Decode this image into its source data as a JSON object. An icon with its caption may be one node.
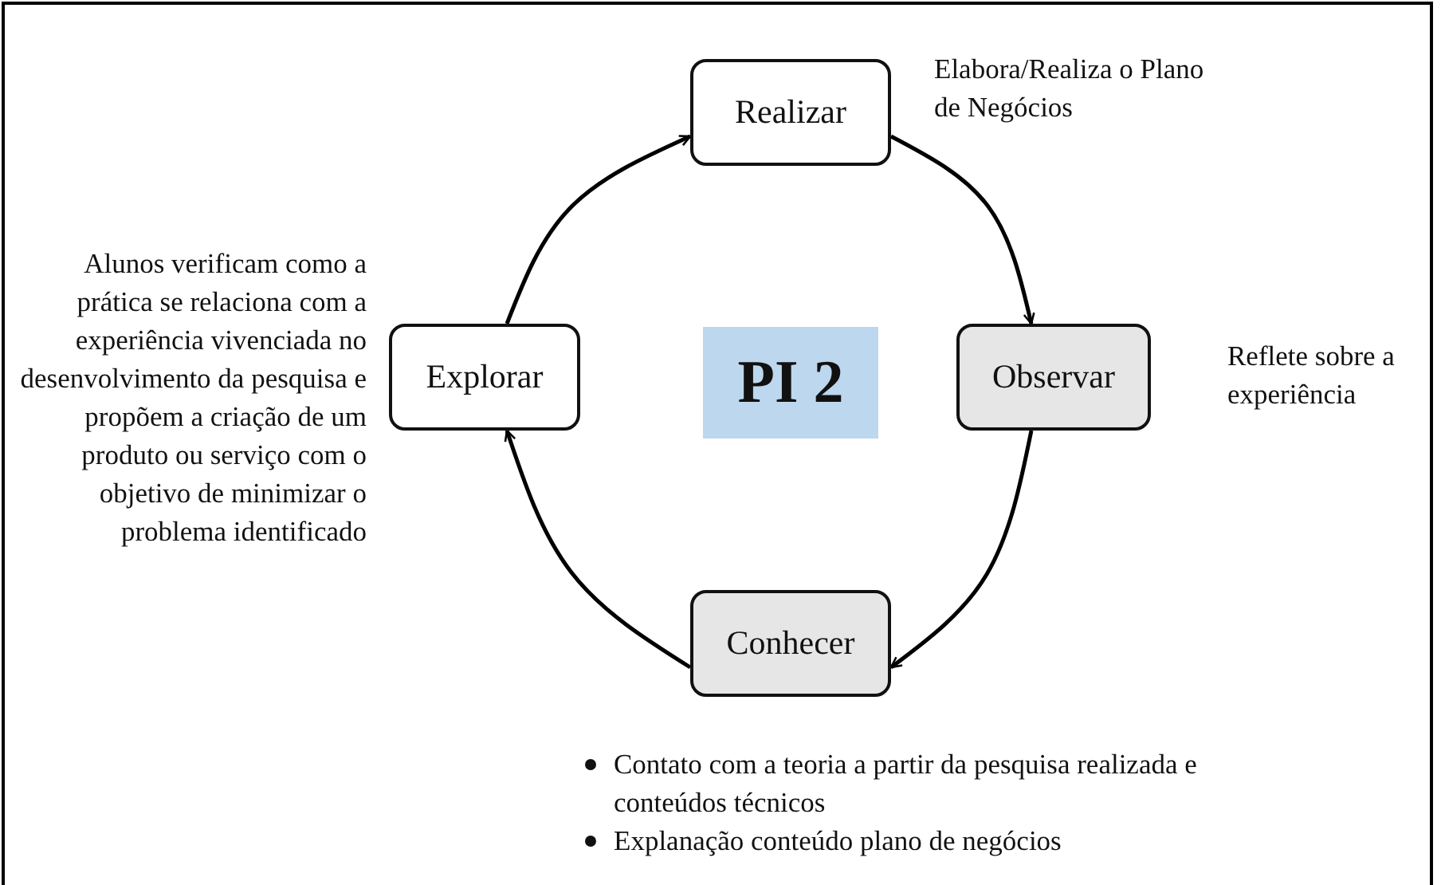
{
  "diagram": {
    "nodes": [
      {
        "text": [
          "Realizar"
        ],
        "beside": [
          "Elabora/Realiza o Plano de Negócios"
        ]
      },
      {
        "text": [
          "Observar"
        ],
        "beside": [
          "Reflete sobre a experiência"
        ]
      },
      {
        "text": [
          "Conhecer"
        ],
        "beside": [
          "Contato com a teoria a partir da pesquisa realizada e conteúdos técnicos",
          "Explanação conteúdo plano de negócios"
        ]
      },
      {
        "text": [
          "Explorar"
        ],
        "beside": [
          "Alunos verificam como a prática se relaciona com a experiência vivenciada no desenvolvimento da pesquisa e propõem a criação de um produto ou serviço com o objetivo de minimizar o problema identificado"
        ]
      },
      {
        "text": [
          "PI 2"
        ]
      }
    ],
    "edges": [
      {
        "from": 3,
        "to": 0,
        "arrow": "to"
      },
      {
        "from": 0,
        "to": 1,
        "arrow": "to"
      },
      {
        "from": 1,
        "to": 2,
        "arrow": "to"
      },
      {
        "from": 2,
        "to": 3,
        "arrow": "to"
      }
    ]
  }
}
